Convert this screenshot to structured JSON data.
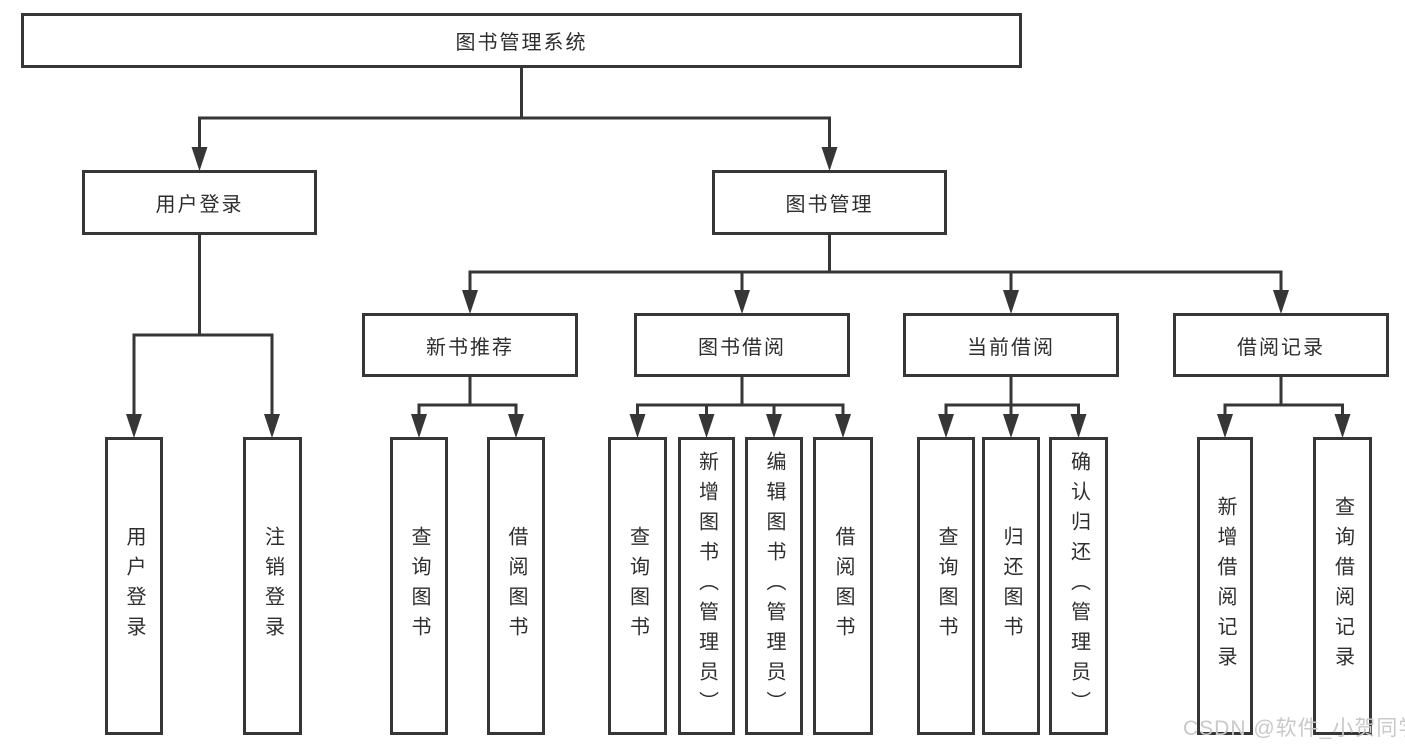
{
  "diagram": {
    "root": {
      "label": "图书管理系统"
    },
    "branches": {
      "user_login": {
        "label": "用户登录",
        "children": [
          "用户登录",
          "注销登录"
        ]
      },
      "book_management": {
        "label": "图书管理",
        "children": [
          {
            "label": "新书推荐",
            "children": [
              "查询图书",
              "借阅图书"
            ]
          },
          {
            "label": "图书借阅",
            "children": [
              "查询图书",
              "新增图书（管理员）",
              "编辑图书（管理员）",
              "借阅图书"
            ]
          },
          {
            "label": "当前借阅",
            "children": [
              "查询图书",
              "归还图书",
              "确认归还（管理员）"
            ]
          },
          {
            "label": "借阅记录",
            "children": [
              "新增借阅记录",
              "查询借阅记录"
            ]
          }
        ]
      }
    }
  },
  "watermark": {
    "text": "CSDN @软件_小贺同学",
    "color": "#c9c9c9"
  },
  "colors": {
    "line": "#363636",
    "box_border": "#363636",
    "text": "#2e2e2e",
    "background": "#ffffff"
  }
}
